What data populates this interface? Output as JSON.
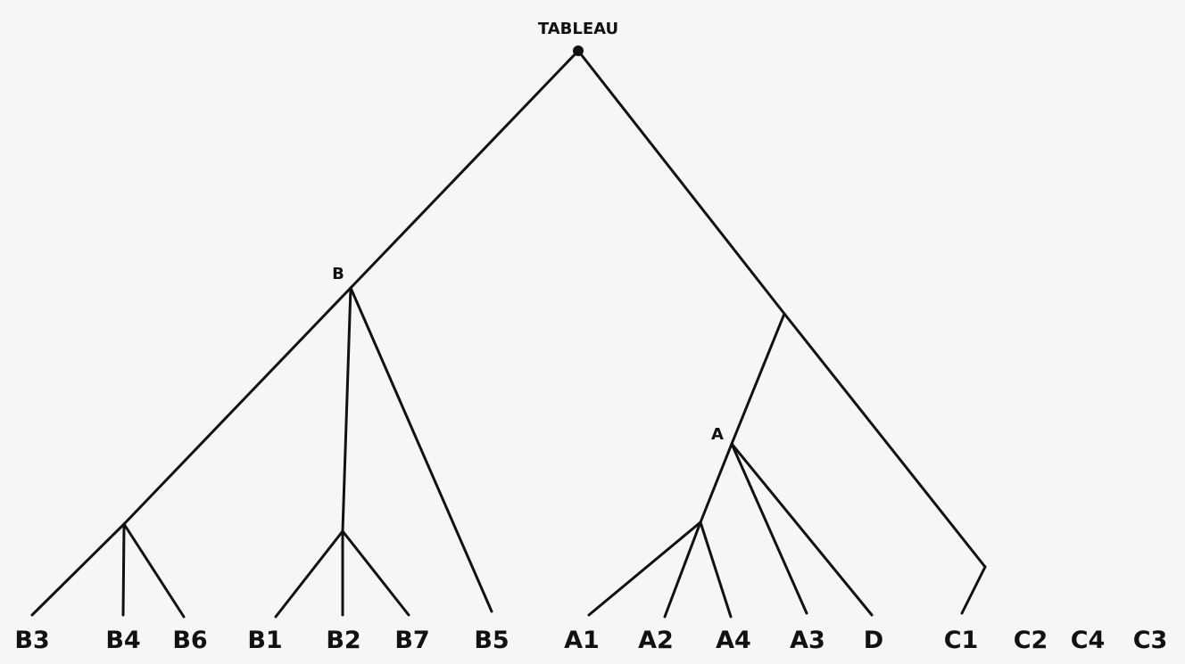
{
  "root": {
    "label": "TABLEAU"
  },
  "inner_labels": {
    "B": "B",
    "A": "A"
  },
  "leaves": {
    "B3": "B3",
    "B4": "B4",
    "B6": "B6",
    "B1": "B1",
    "B2": "B2",
    "B7": "B7",
    "B5": "B5",
    "A1": "A1",
    "A2": "A2",
    "A4": "A4",
    "A3": "A3",
    "D": "D",
    "C1": "C1",
    "C2": "C2",
    "C4": "C4",
    "C3": "C3"
  },
  "edges": [
    [
      "root",
      "B"
    ],
    [
      "root",
      "N"
    ],
    [
      "N",
      "A"
    ],
    [
      "N",
      "C"
    ],
    [
      "B",
      "N1"
    ],
    [
      "B",
      "N2"
    ],
    [
      "B",
      "B5"
    ],
    [
      "N1",
      "B3"
    ],
    [
      "N1",
      "B4"
    ],
    [
      "N1",
      "B6"
    ],
    [
      "N2",
      "B1"
    ],
    [
      "N2",
      "B2"
    ],
    [
      "N2",
      "B7"
    ],
    [
      "A",
      "N3"
    ],
    [
      "A",
      "A3"
    ],
    [
      "A",
      "D"
    ],
    [
      "N3",
      "A1"
    ],
    [
      "N3",
      "A2"
    ],
    [
      "N3",
      "A4"
    ],
    [
      "C",
      "C1"
    ]
  ]
}
